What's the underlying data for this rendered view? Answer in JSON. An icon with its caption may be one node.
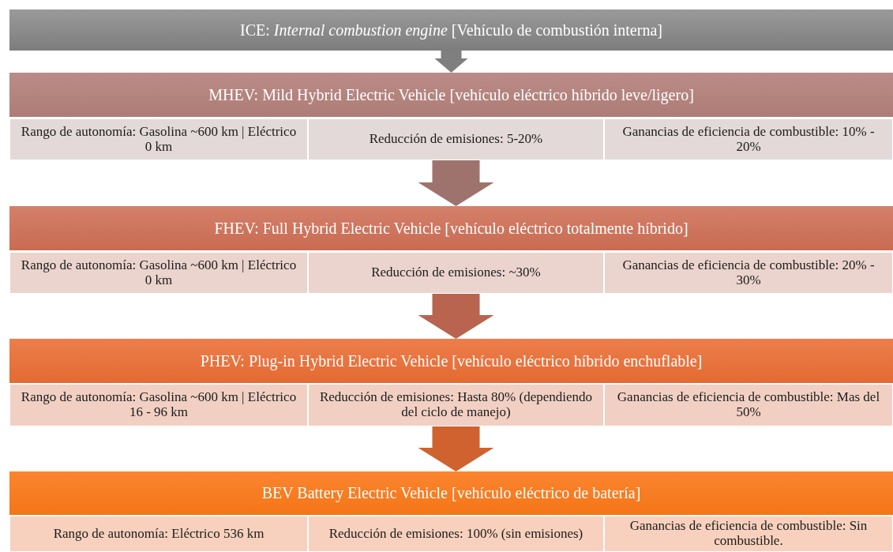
{
  "diagram": {
    "nodes": [
      {
        "text": [
          "ICE: *Internal combustion engine* [Vehículo de combustión interna]"
        ]
      },
      {
        "text": [
          "MHEV: Mild Hybrid Electric Vehicle [vehículo eléctrico híbrido leve/ligero]"
        ]
      },
      {
        "text": [
          "Rango de autonomía: Gasolina ~600 km | Eléctrico 0 km"
        ]
      },
      {
        "text": [
          "Reducción de emisiones: 5-20%"
        ]
      },
      {
        "text": [
          "Ganancias de eficiencia de combustible: 10% - 20%"
        ]
      },
      {
        "text": [
          "FHEV: Full Hybrid Electric Vehicle [vehículo eléctrico totalmente híbrido]"
        ]
      },
      {
        "text": [
          "Rango de autonomía: Gasolina ~600 km | Eléctrico 0 km"
        ]
      },
      {
        "text": [
          "Reducción de emisiones: ~30%"
        ]
      },
      {
        "text": [
          "Ganancias de eficiencia de combustible: 20% - 30%"
        ]
      },
      {
        "text": [
          "PHEV: Plug-in Hybrid Electric Vehicle [vehículo eléctrico híbrido enchuflable]"
        ]
      },
      {
        "text": [
          "Rango de autonomía: Gasolina ~600 km | Eléctrico 16 - 96 km"
        ]
      },
      {
        "text": [
          "Reducción de emisiones: Hasta 80% (dependiendo del ciclo de manejo)"
        ]
      },
      {
        "text": [
          "Ganancias de eficiencia de combustible: Mas del 50%"
        ]
      },
      {
        "text": [
          "BEV Battery Electric Vehicle [vehículo eléctrico de batería]"
        ]
      },
      {
        "text": [
          "Rango de autonomía: Eléctrico 536 km"
        ]
      },
      {
        "text": [
          "Reducción de emisiones: 100% (sin emisiones)"
        ]
      },
      {
        "text": [
          "Ganancias de eficiencia de combustible: Sin combustible."
        ]
      }
    ],
    "edges": [
      {
        "from": 0,
        "to": 1,
        "arrow": "to",
        "color": "#7f7f7f"
      },
      {
        "from": 3,
        "to": 5,
        "arrow": "to",
        "color": "#9e736e"
      },
      {
        "from": 7,
        "to": 9,
        "arrow": "to",
        "color": "#b8644e"
      },
      {
        "from": 11,
        "to": 13,
        "arrow": "to",
        "color": "#d0622f"
      }
    ]
  }
}
